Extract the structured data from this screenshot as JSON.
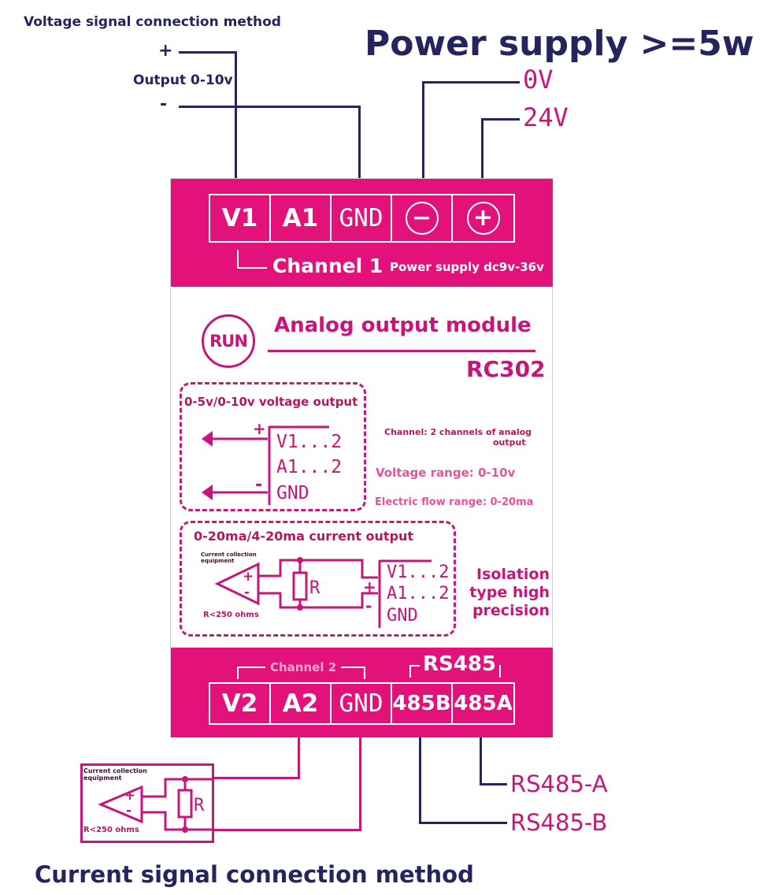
{
  "top": {
    "voltage_title": "Voltage signal connection method",
    "plus": "+",
    "output_label": "Output 0-10v",
    "minus": "-",
    "power_title": "Power supply >=5w",
    "v0": "0V",
    "v24": "24V"
  },
  "top_terminals": {
    "v1": "V1",
    "a1": "A1",
    "gnd": "GND",
    "neg": "−",
    "pos": "+"
  },
  "top_panel": {
    "channel1": "Channel 1",
    "power_range": "Power supply dc9v-36v"
  },
  "module": {
    "run": "RUN",
    "title": "Analog output module",
    "model": "RC302"
  },
  "voltage_box": {
    "title": "0-5v/0-10v voltage output",
    "plus": "+",
    "minus": "-",
    "v": "V1...2",
    "a": "A1...2",
    "gnd": "GND"
  },
  "specs": {
    "channel_line1": "Channel: 2 channels of analog",
    "channel_line2": "output",
    "voltage_range": "Voltage range: 0-10v",
    "current_range": "Electric flow range: 0-20ma"
  },
  "current_box": {
    "title": "0-20ma/4-20ma current output",
    "equip_line1": "Current collection",
    "equip_line2": "equipment",
    "amp_plus": "+",
    "amp_minus": "-",
    "resistor": "R",
    "r_note": "R<250 ohms",
    "plus": "+",
    "minus": "-",
    "v": "V1...2",
    "a": "A1...2",
    "gnd": "GND"
  },
  "isolation": {
    "line1": "Isolation",
    "line2": "type high",
    "line3": "precision"
  },
  "bottom_panel": {
    "channel2": "Channel 2",
    "rs485": "RS485"
  },
  "bottom_terminals": {
    "v2": "V2",
    "a2": "A2",
    "gnd": "GND",
    "b485": "485B",
    "a485": "485A"
  },
  "bottom": {
    "equip_line1": "Current collection",
    "equip_line2": "equipment",
    "amp_plus": "+",
    "amp_minus": "-",
    "resistor": "R",
    "r_note": "R<250 ohms",
    "rs485a": "RS485-A",
    "rs485b": "RS485-B",
    "current_title": "Current signal connection method"
  },
  "colors": {
    "panel": "#e2127a",
    "navy": "#24245e",
    "magenta": "#c8157a"
  }
}
